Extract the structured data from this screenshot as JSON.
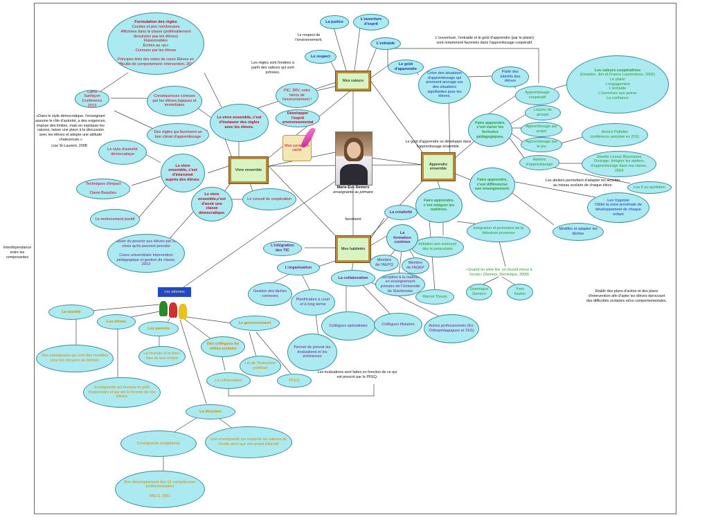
{
  "center": {
    "name": "Marie-Ève Demers",
    "role": "enseignante au primaire"
  },
  "boards": {
    "valeurs": "Mes valeurs",
    "vivre": "Vivre ensemble",
    "apprendre": "Apprendre ensemble",
    "habiletes": "Mes habiletés"
  },
  "scroll": "Mon curriculum caché",
  "kids_label": "Les attentes",
  "left_note": "Interdépendance entre les composantes",
  "nodes": {
    "formulation": [
      "Formulation des règles",
      "Courtes et peu nombreuses",
      "Affichées dans la classe (préférablement dessinées pas les élèves)",
      "Raisonnables",
      "Écrites au «je»",
      "Connues par les élèves",
      "",
      "Principes tirés des notes du cours Élèves en difficulté de comportement: intervention, 2013"
    ],
    "camil": [
      "Camil Sanfaçon",
      "Conférence 2013"
    ],
    "consequences": [
      "Conséquences connues par les élèves,logiques et immédiates"
    ],
    "vivre_regles": [
      "Le vivre ensemble, c'est d'instaurer des règles avec les élèves."
    ],
    "regles_climat": [
      "Des règles qui favorisent un bon climat d'apprentissage"
    ],
    "style": [
      "Le style d'autorité démocratique"
    ],
    "intervenir": [
      "Le vivre ensemble, c'est d'intervenir auprès des élèves."
    ],
    "techniques": [
      "Techniques d'impact",
      "",
      "Danie Beaulieu"
    ],
    "renforcement": [
      "Le renforcement positif"
    ],
    "democratique": [
      "Le vivre ensemble,c'est d'avoir une classe démocratique."
    ],
    "conseil": [
      "Le conseil de coopération"
    ],
    "lasser": [
      "Laisser du pouvoir aux élèves par des choix qu'ils peuvent prendre",
      "",
      "Cours universitaire Intervention pédagogique et gestion de classe, 2013"
    ],
    "pic": [
      "PIC: 3RV, notre héros de l'environnement !"
    ],
    "developper": [
      "Développer l'esprit environnemental"
    ],
    "justice": [
      "La justice"
    ],
    "ouverture": [
      "L'ouverture d'esprit"
    ],
    "entraide": [
      "L'entraide"
    ],
    "respect": [
      "Le respect"
    ],
    "gout": [
      "Le goût d'apprendre"
    ],
    "creer": [
      "Créer des situations d'apprentissage qui prennent ancrage sur des situations signifiantes pour les élèves."
    ],
    "partir": [
      "Partir des intérêts des élèves"
    ],
    "valeurs_coop": [
      "Les valeurs coopératives",
      "(Howden, Jim et France Laurendeau, 2005)",
      "Le plaisir",
      "L'engagement",
      "L'entraide",
      "L'ouverture aux autres",
      "La confiance"
    ],
    "app_coop": [
      "Apprentissage coopératif"
    ],
    "lecons": [
      "Leçons de groupe"
    ],
    "app_projet": [
      "Apprentissage par projet"
    ],
    "app_jeu": [
      "Apprentissage par le jeu"
    ],
    "ateliers": [
      "Ateliers d'apprentissage"
    ],
    "faire_varier": [
      "Faire apprendre, c'est varier les formules pédagogiques."
    ],
    "annick": [
      "Annick Pelletier",
      "conférence assistée en 2011"
    ],
    "ginette": [
      "Ginette Lemay Bouroassa",
      "Ouvrage: Intégrer les ateliers d'apprentissage dans ma classe, 2004"
    ],
    "cinq": [
      "Les 5 au quotidien"
    ],
    "differencier": [
      "Faire apprendre, c'est différencier son enseignement."
    ],
    "vygotski": [
      "Lev Vygotski",
      "Cibler la zone proximale de développement de chaque enfant"
    ],
    "modifier": [
      "Modifier et adapter les tâches"
    ],
    "integrer": [
      "Faire apprendre, c'est intégrer les matières."
    ],
    "integration_litt": [
      "Intégration et promotion de la littérature jeunesse"
    ],
    "initiation": [
      "Initiation aux sciences dès le préscolaire"
    ],
    "marcel": [
      "Marcel Thouin"
    ],
    "dominique": [
      "Dominique Demers"
    ],
    "yves": [
      "Yves Nadon"
    ],
    "creativite": [
      "La créativité"
    ],
    "formation": [
      "La formation continue"
    ],
    "aepq": [
      "Membre de l'AEPQ"
    ],
    "aqep": [
      "Membre de l'AQEP"
    ],
    "maitrise": [
      "Inscription à la maîtrise en enseignement primaire de l'Université de Sherbrooke"
    ],
    "tic": [
      "L'intégration des TIC"
    ],
    "organisation": [
      "L'organisation"
    ],
    "gestion": [
      "Gestion des tâches connexes"
    ],
    "planification": [
      "Planification à court et à long terme"
    ],
    "evaluations": [
      "Permet de prévoir les évaluations et les échéances"
    ],
    "collaboration": [
      "La collaboration"
    ],
    "specialistes": [
      "Collègues spécialistes"
    ],
    "titulaires": [
      "Collègues titulaires"
    ],
    "autres": [
      "Autres professionnels (Ex: Orthopédagogues et TES)"
    ],
    "societe": [
      "La société"
    ],
    "eleves": [
      "Les élèves"
    ],
    "parents": [
      "Les parents"
    ],
    "gouvernement": [
      "Le gouvernement"
    ],
    "collegues_milieu": [
      "Des collègues du milieu scolaire"
    ],
    "citoyens": [
      "Des enseignants qui sont des modèles pour les citoyens de demain"
    ],
    "enseignante_gout": [
      "Enseignante qui favorise le goût d'apprendre et qui est à l'écoute de ses élèves"
    ],
    "reussite": [
      "La réussite et le bien-être de leur enfant"
    ],
    "loi": [
      "Loi de l'instruction publique"
    ],
    "la_collab": [
      "La collaboration"
    ],
    "pfeq": [
      "PFEQ"
    ],
    "direction": [
      "La direction"
    ],
    "competente": [
      "Enseignante compétente"
    ],
    "respecte": [
      "Une enseignante qui respecte les valeurs de l'école ainsi que son projet éducatif"
    ],
    "bon_dev": [
      "Bon développement des 12 compétences professionnelles",
      "",
      "MELS, 2001"
    ]
  },
  "labels": {
    "respect_env": "Le respect de l'environnement.",
    "regles_fondees": "Les règles sont fondées à partir des valeurs qui sont prônées.",
    "ouverture_note": "L'ouvverture, l'entraide et le goût d'apprendre (par le plaisir) sont notamment favorisés dans l'apprentissage coopératif.",
    "gout_note": "Le goût d'apprendre se développe dans l'apprentissage ensemble.",
    "ateliers_note": "Les ateliers permettent d'adapter les activités au niveau scolaire de chaque élève.",
    "favorisent": "favorisent",
    "quote_st": "«Dans le style démocratique, l'enseignant assume le rôle d'autorité, a des exigences, impose des limites, mais en expliquer les raisons, laisse une place à la discussion avec les élèves et adopte une attitude chaleureuse.»",
    "quote_st_author": "Lise St-Laurent, 2008",
    "quand": "«Quand on aime lire, on réussit mieux à l'école» (Demers, Dominique, 2009)",
    "etablir": "Établir des plans d'action et des plans d'intervention afin d'aider les élèves éprouvant des difficultés scolaires et/ou comportementales.",
    "evaluations_pfeq": "Les évaluations sont faites en fonction de ce qui est prescrit par le PFEQ."
  }
}
